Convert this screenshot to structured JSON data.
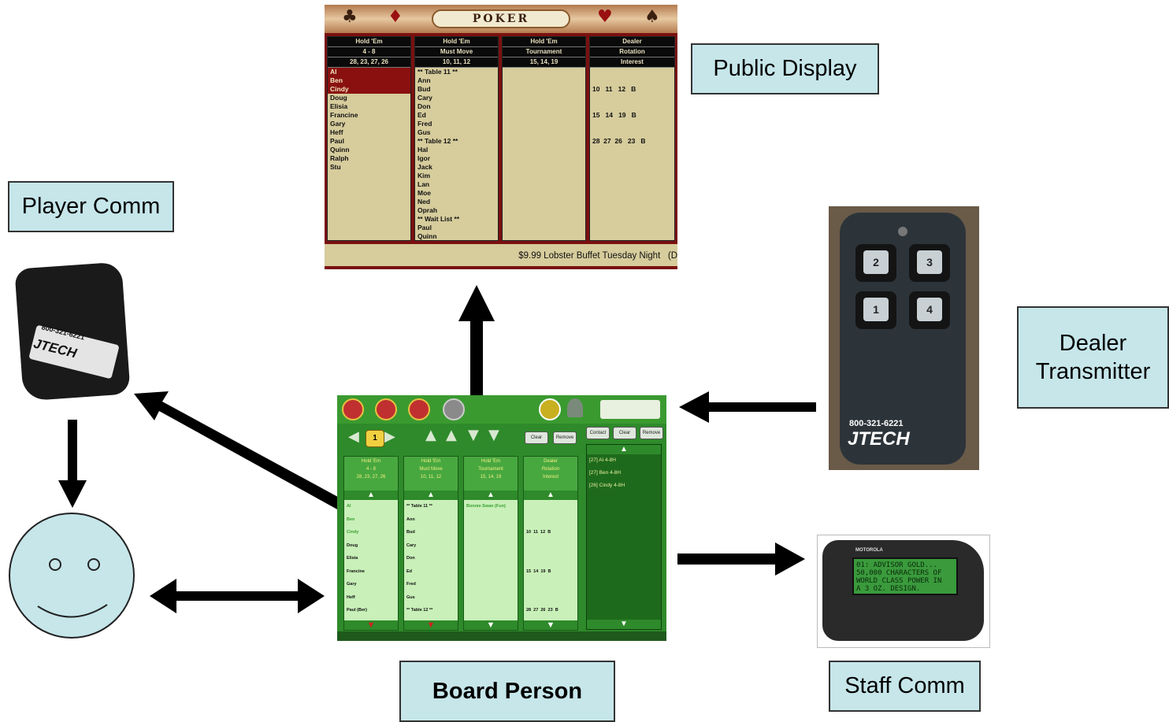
{
  "labels": {
    "public_display": "Public Display",
    "player_comm": "Player Comm",
    "dealer_transmitter_line1": "Dealer",
    "dealer_transmitter_line2": "Transmitter",
    "board_person": "Board Person",
    "staff_comm": "Staff Comm"
  },
  "poker_display": {
    "title": "POKER",
    "suits": [
      "♣",
      "♦",
      "♥",
      "♠"
    ],
    "columns": [
      {
        "h1": "Hold 'Em",
        "h2": "4 - 8",
        "h3": "28, 23, 27, 26",
        "names": [
          "Al",
          "Ben",
          "Cindy",
          "Doug",
          "Elisia",
          "Francine",
          "Gary",
          "Heff",
          "Paul",
          "Quinn",
          "Ralph",
          "Stu"
        ]
      },
      {
        "h1": "Hold 'Em",
        "h2": "Must Move",
        "h3": "10, 11, 12",
        "names": [
          "** Table 11 **",
          "Ann",
          "Bud",
          "Cary",
          "Don",
          "Ed",
          "Fred",
          "Gus",
          "** Table 12 **",
          "Hal",
          "Igor",
          "Jack",
          "Kim",
          "Lan",
          "Moe",
          "Ned",
          "Oprah",
          "** Wait List **",
          "Paul",
          "Quinn"
        ]
      },
      {
        "h1": "Hold 'Em",
        "h2": "Tournament",
        "h3": "15, 14, 19",
        "names": []
      },
      {
        "h1": "Dealer",
        "h2": "Rotation",
        "h3": "Interest",
        "names": [
          "10   11   12   B",
          "15   14   19   B",
          "28  27  26   23   B"
        ]
      }
    ],
    "ticker": "$9.99 Lobster Buffet Tuesday Night   (D"
  },
  "player_pager": {
    "number": "800-321-6221",
    "brand": "JTECH"
  },
  "board_app": {
    "nav_number": "1",
    "buttons": {
      "clear": "Clear",
      "remove": "Remove",
      "contact": "Contact"
    },
    "columns": [
      {
        "h1": "Hold 'Em",
        "h2": "4 - 8",
        "h3": "28, 23, 27, 26",
        "names": [
          "Al",
          "Ben",
          "Cindy",
          "Doug",
          "Elisia",
          "Francine",
          "Gary",
          "Heff",
          "Paul (Ber)"
        ]
      },
      {
        "h1": "Hold 'Em",
        "h2": "Must Move",
        "h3": "10, 11, 12",
        "names": [
          "** Table 11 **",
          "Ann",
          "Bud",
          "Cary",
          "Don",
          "Ed",
          "Fred",
          "Gus",
          "** Table 12 **"
        ]
      },
      {
        "h1": "Hold 'Em",
        "h2": "Tournament",
        "h3": "15, 14, 19",
        "names": [
          "Bonnie Swan (Fun)"
        ]
      },
      {
        "h1": "Dealer",
        "h2": "Rotation",
        "h3": "Interest",
        "names": [
          "10  11  12  B",
          "15  14  19  B",
          "28  27  26  23  B"
        ]
      }
    ],
    "messages": [
      "[27] Al 4-8H",
      "[27] Ben 4-8H",
      "[26] Cindy 4-8H"
    ]
  },
  "dealer_remote": {
    "keys": [
      "2",
      "3",
      "1",
      "4"
    ],
    "number": "800-321-6221",
    "brand": "JTECH"
  },
  "staff_pager": {
    "logo": "MOTOROLA",
    "screen": "01: ADVISOR GOLD...\n50,000 CHARACTERS OF\nWORLD CLASS POWER IN\nA 3 OZ. DESIGN."
  },
  "colors": {
    "label_fill": "#c6e6ea",
    "arrow": "#000000",
    "board_green": "#2e8a2a",
    "poker_red": "#7a1010"
  }
}
